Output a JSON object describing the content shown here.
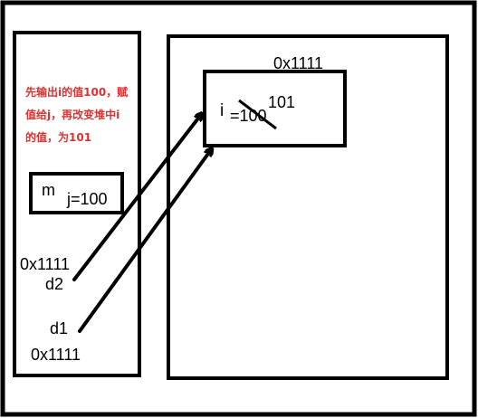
{
  "diagram": {
    "stack": {
      "note_lines": [
        "先输出i的值100，赋",
        "值给j，再改变堆中i",
        "的值，为101"
      ],
      "note_color": "#e03030",
      "var_m": {
        "name": "m",
        "field": "j=100"
      },
      "var_d2": {
        "name": "d2",
        "address": "0x1111"
      },
      "var_d1": {
        "name": "d1",
        "address": "0x1111"
      }
    },
    "heap": {
      "object": {
        "address": "0x1111",
        "field_name": "i",
        "old_value": "=100",
        "new_value": "101"
      }
    }
  }
}
